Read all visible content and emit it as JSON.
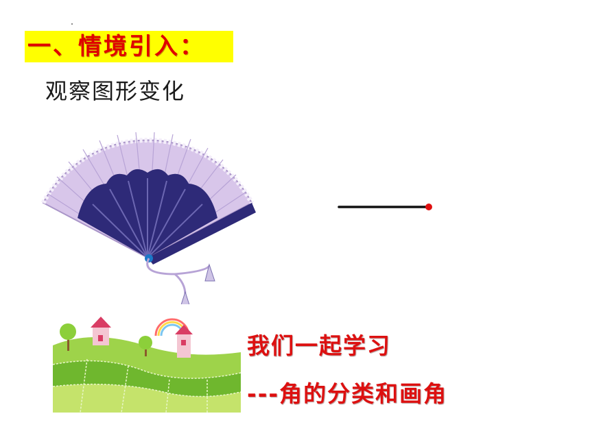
{
  "slide": {
    "section_title": "一、情境引入：",
    "subtitle": "观察图形变化",
    "caption_line1": "我们一起学习",
    "caption_line2": "---角的分类和画角"
  },
  "colors": {
    "title_bg": "#ffff00",
    "title_text": "#e00000",
    "caption_text": "#dd1010",
    "fan_light": "#d8c6ea",
    "fan_dark": "#2e2a78",
    "ray_endpoint": "#e01010"
  },
  "images": {
    "fan": "folding-fan-illustration",
    "ray": "ray-with-endpoint",
    "scene": "cartoon-hill-landscape"
  }
}
